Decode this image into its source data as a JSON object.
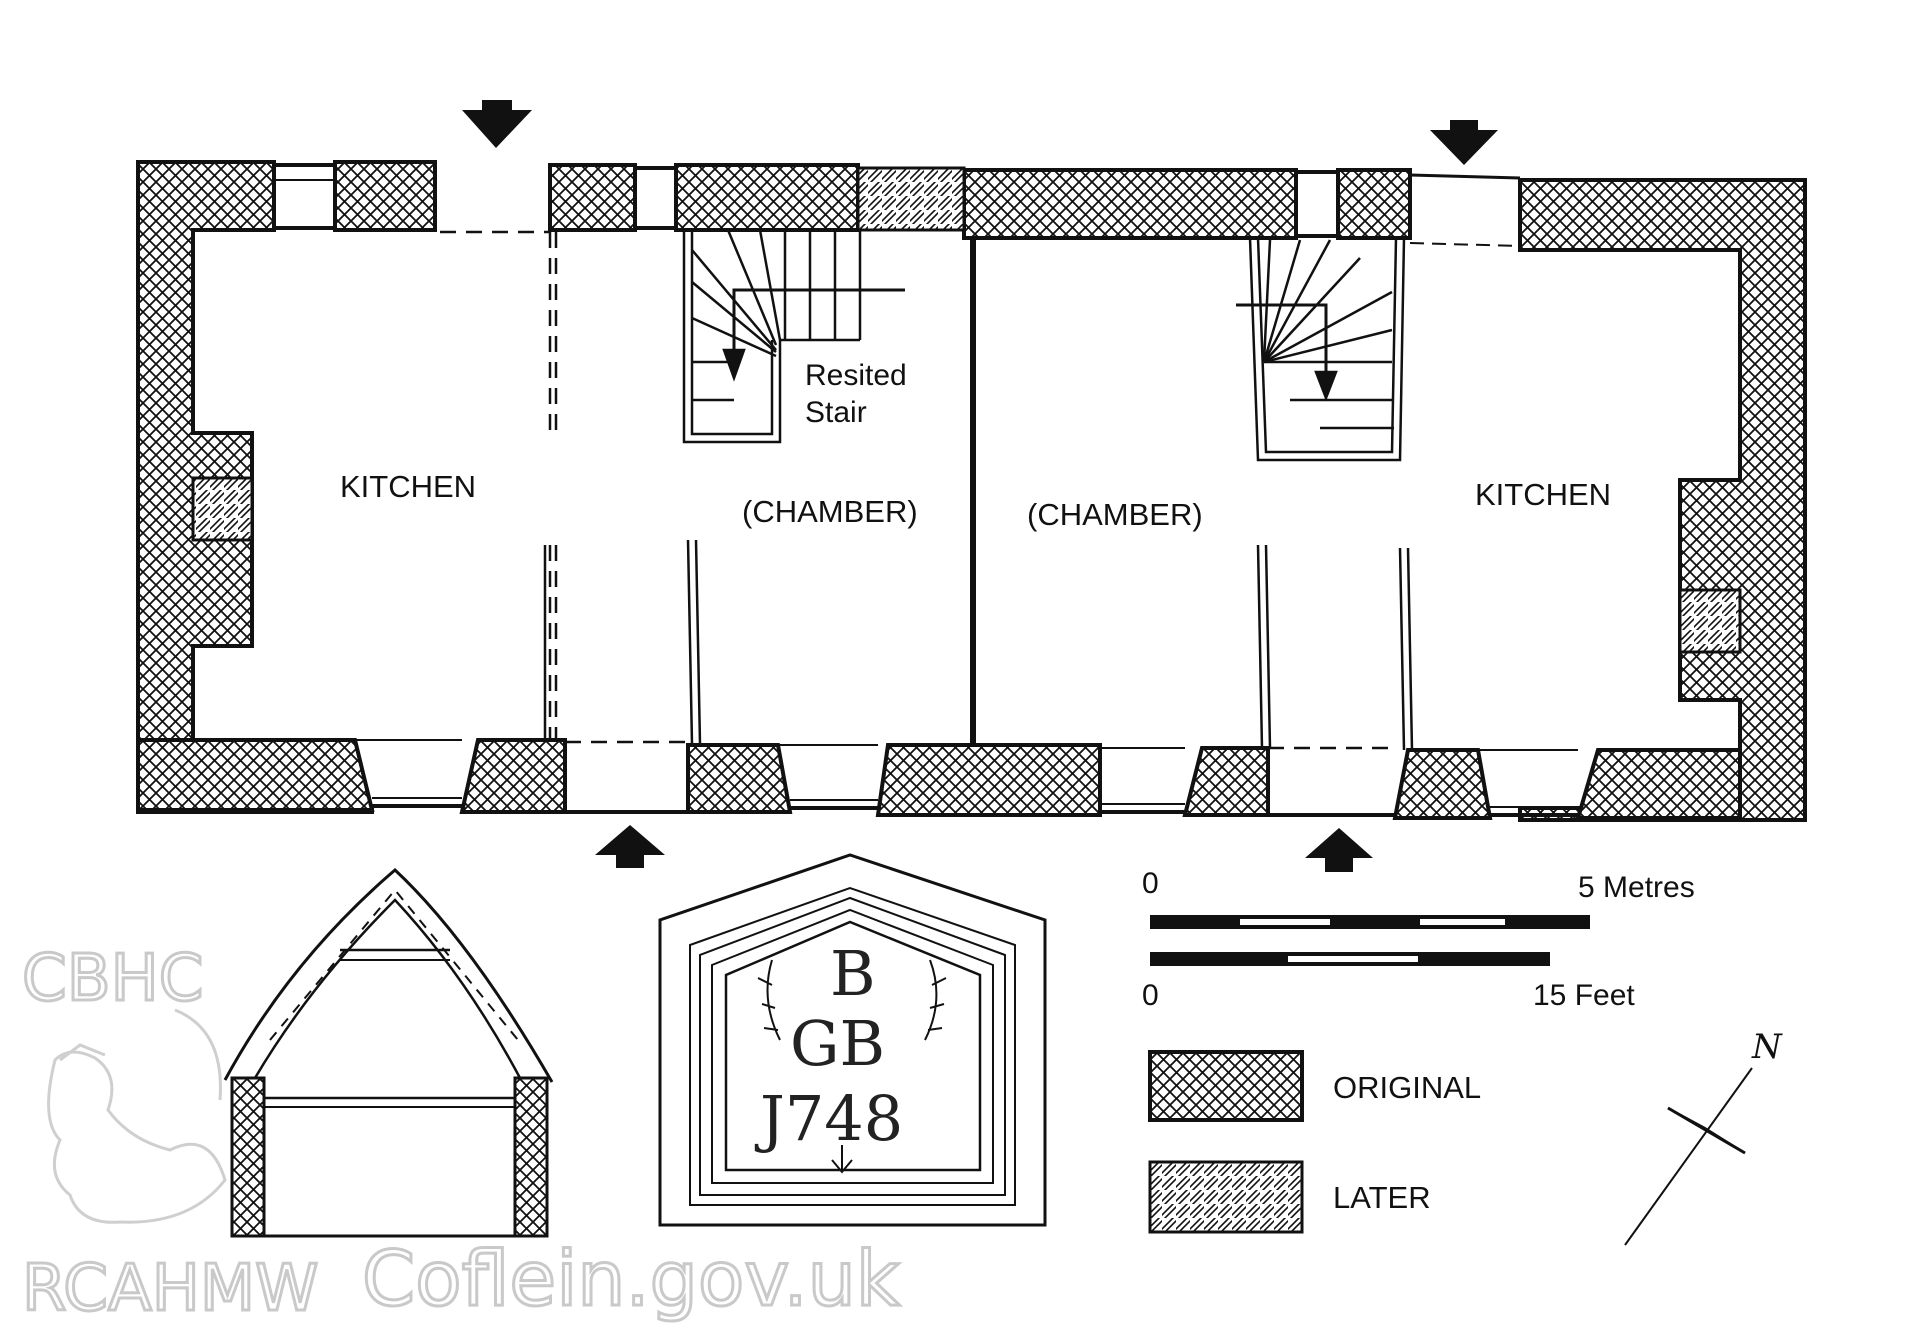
{
  "rooms": {
    "kitchen_left": "KITCHEN",
    "chamber_left": "(CHAMBER)",
    "chamber_right": "(CHAMBER)",
    "kitchen_right": "KITCHEN"
  },
  "stair_note": {
    "line1": "Resited",
    "line2": "Stair"
  },
  "datestone": {
    "line1": "B",
    "line2": "GB",
    "line3": "J748"
  },
  "scale": {
    "metres_start": "0",
    "metres_end": "5 Metres",
    "feet_start": "0",
    "feet_end": "15 Feet"
  },
  "legend": {
    "original": "ORIGINAL",
    "later": "LATER"
  },
  "north": "N",
  "watermark": {
    "org_mark": "CBHC",
    "org_mark_2": "RCAHMW",
    "site": "Coflein.gov.uk"
  },
  "colors": {
    "ink": "#111111",
    "watermark": "#c9c9c9",
    "paper": "#ffffff"
  }
}
